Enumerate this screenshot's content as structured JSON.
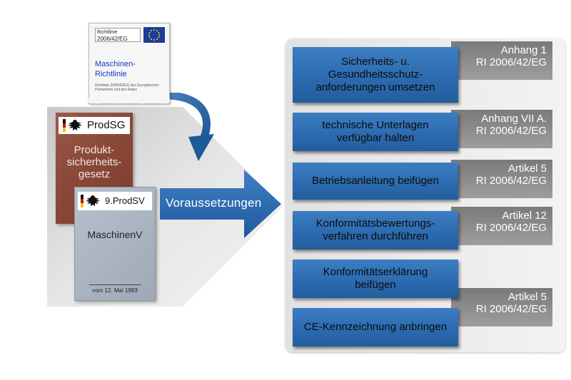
{
  "directive": {
    "header_line1": "Richtlinie",
    "header_line2": "2006/42/EG",
    "title_line1": "Maschinen-",
    "title_line2": "Richtlinie",
    "small_text": "Richtlinie 2006/42/EG des Europäischen Parlaments und des Rates"
  },
  "prodsg": {
    "label": "ProdSG",
    "line1": "Produkt-",
    "line2": "sicherheits-",
    "line3": "gesetz"
  },
  "prodsv": {
    "label": "9.ProdSV",
    "title": "MaschinenV",
    "date": "vom 12. Mai 1993"
  },
  "arrow_label": "Voraussetzungen",
  "steps": [
    {
      "line1": "Sicherheits- u.",
      "line2": "Gesundheitsschutz-",
      "line3": "anforderungen umsetzen"
    },
    {
      "line1": "technische Unterlagen",
      "line2": "verfügbar halten"
    },
    {
      "line1": "Betriebsanleitung beifügen"
    },
    {
      "line1": "Konformitätsbewertungs-",
      "line2": "verfahren durchführen"
    },
    {
      "line1": "Konformitätserklärung",
      "line2": "beifügen"
    },
    {
      "line1": "CE-Kennzeichnung anbringen"
    }
  ],
  "refs": [
    {
      "line1": "Anhang 1",
      "line2": "RI 2006/42/EG"
    },
    {
      "line1": "Anhang VII A.",
      "line2": "RI 2006/42/EG"
    },
    {
      "line1": "Artikel 5",
      "line2": "RI 2006/42/EG"
    },
    {
      "line1": "Artikel 12",
      "line2": "RI 2006/42/EG"
    },
    {
      "line1": "Artikel 5",
      "line2": "RI 2006/42/EG"
    }
  ],
  "colors": {
    "step_blue": "#2c6bb0",
    "ref_gray": "#8c8c8c",
    "book_red": "#8a4838",
    "book_gray": "#a9b3c0"
  }
}
